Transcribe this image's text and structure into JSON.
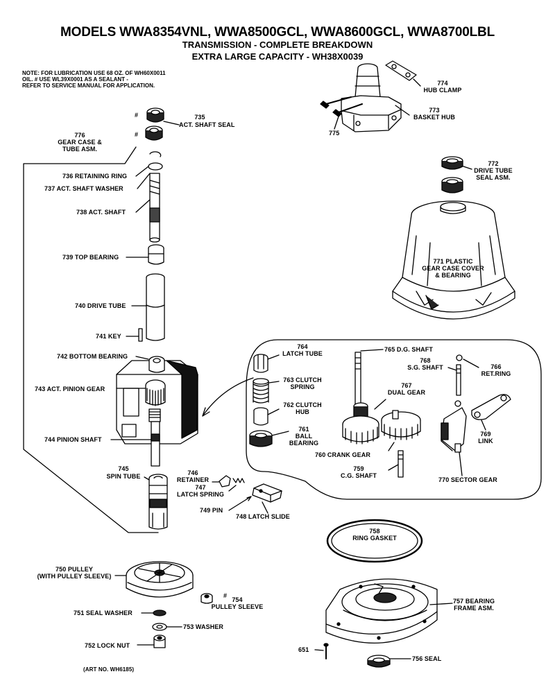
{
  "header": {
    "title": "MODELS WWA8354VNL, WWA8500GCL, WWA8600GCL, WWA8700LBL",
    "subtitle1": "TRANSMISSION - COMPLETE BREAKDOWN",
    "subtitle2": "EXTRA LARGE CAPACITY - WH38X0039"
  },
  "notes": [
    "NOTE: FOR LUBRICATION USE 68 OZ. OF WH60X0011",
    "OIL. # USE WL39X0001 AS A SEALANT -",
    "REFER TO SERVICE MANUAL FOR APPLICATION."
  ],
  "hash_marks": [
    "#",
    "#",
    "#"
  ],
  "labels": {
    "p735": [
      "735",
      "ACT. SHAFT SEAL"
    ],
    "p776": [
      "776",
      "GEAR CASE &",
      "TUBE ASM."
    ],
    "p736": "736 RETAINING RING",
    "p737": "737  ACT. SHAFT WASHER",
    "p738": "738 ACT. SHAFT",
    "p739": "739 TOP BEARING",
    "p740": "740 DRIVE TUBE",
    "p741": "741 KEY",
    "p742": "742 BOTTOM BEARING",
    "p743": "743 ACT. PINION GEAR",
    "p744": "744 PINION SHAFT",
    "p745": [
      "745",
      "SPIN TUBE"
    ],
    "p746": [
      "746",
      "RETAINER"
    ],
    "p747": [
      "747",
      "LATCH SPRING"
    ],
    "p749": "749 PIN",
    "p748": "748 LATCH SLIDE",
    "p750": [
      "750 PULLEY",
      "(WITH PULLEY SLEEVE)"
    ],
    "p751": "751 SEAL WASHER",
    "p753": "753 WASHER",
    "p752": "752 LOCK NUT",
    "p754": [
      "754",
      "PULLEY SLEEVE"
    ],
    "p774": [
      "774",
      "HUB CLAMP"
    ],
    "p773": [
      "773",
      "BASKET HUB"
    ],
    "p775": "775",
    "p772": [
      "772",
      "DRIVE TUBE",
      "SEAL ASM."
    ],
    "p771": [
      "771 PLASTIC",
      "GEAR CASE COVER",
      "& BEARING"
    ],
    "p764": [
      "764",
      "LATCH TUBE"
    ],
    "p765": "765 D.G. SHAFT",
    "p768": [
      "768",
      "S.G. SHAFT"
    ],
    "p766": [
      "766",
      "RET.RING"
    ],
    "p763": [
      "763 CLUTCH",
      "SPRING"
    ],
    "p767": [
      "767",
      "DUAL GEAR"
    ],
    "p762": [
      "762 CLUTCH",
      "HUB"
    ],
    "p761": [
      "761",
      "BALL",
      "BEARING"
    ],
    "p769": [
      "769",
      "LINK"
    ],
    "p760": "760 CRANK GEAR",
    "p759": [
      "759",
      "C.G. SHAFT"
    ],
    "p770": "770 SECTOR GEAR",
    "p758": [
      "758",
      "RING GASKET"
    ],
    "p757": [
      "757 BEARING",
      "FRAME ASM."
    ],
    "p651": "651",
    "p756": "756 SEAL",
    "art": "(ART NO. WH6185)"
  }
}
